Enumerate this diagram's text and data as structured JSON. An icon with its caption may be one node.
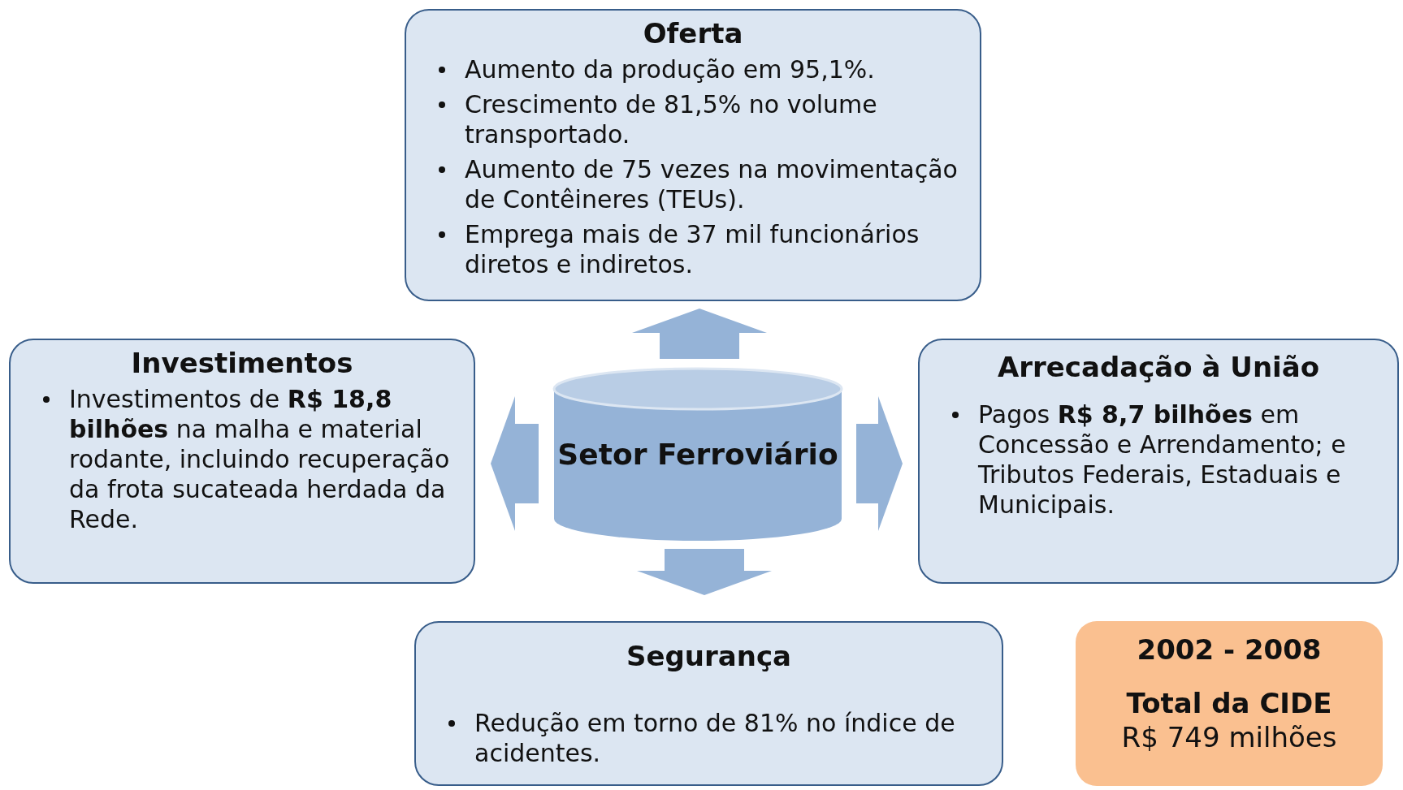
{
  "diagram": {
    "nodes": [
      {
        "text": [
          "Oferta",
          "Aumento da produção em 95,1%.",
          "Crescimento de 81,5% no volume transportado.",
          "Aumento de 75 vezes na movimentação de Contêineres (TEUs).",
          "Emprega mais de 37 mil funcionários diretos e indiretos."
        ]
      },
      {
        "text": [
          "Investimentos",
          "Investimentos de **R$ 18,8 bilhões** na malha e material rodante, incluindo recuperação da frota sucateada herdada da Rede."
        ]
      },
      {
        "text": [
          "Setor Ferroviário"
        ]
      },
      {
        "text": [
          "Arrecadação à União",
          "Pagos **R$ 8,7 bilhões** em Concessão e Arrendamento; e Tributos Federais, Estaduais e Municipais."
        ]
      },
      {
        "text": [
          "Segurança",
          "Redução em torno de 81% no índice de acidentes."
        ]
      },
      {
        "text": [
          "2002 - 2008",
          "Total da CIDE",
          "R$ 749 milhões"
        ]
      }
    ],
    "edges": [
      {
        "from": 2,
        "to": 0,
        "arrow": "to"
      },
      {
        "from": 2,
        "to": 1,
        "arrow": "to"
      },
      {
        "from": 2,
        "to": 3,
        "arrow": "to"
      },
      {
        "from": 2,
        "to": 4,
        "arrow": "to"
      }
    ]
  }
}
